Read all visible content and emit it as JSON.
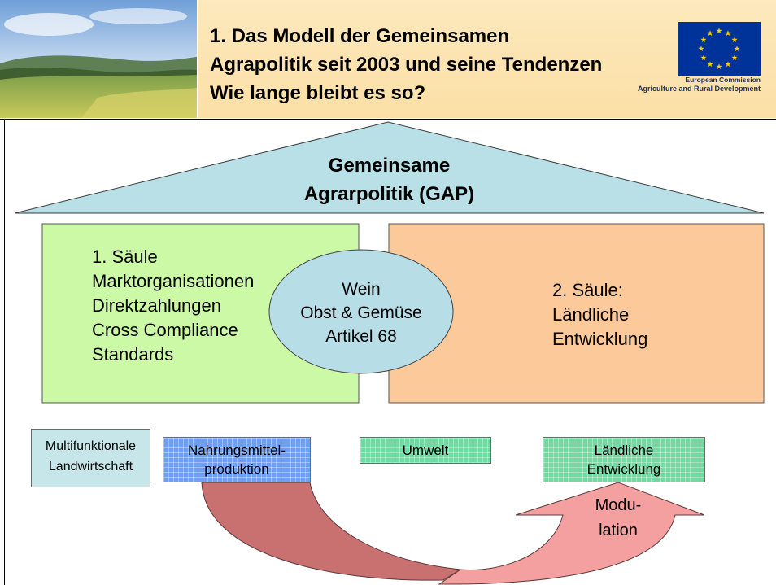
{
  "header": {
    "title_lines": [
      "1. Das Modell der Gemeinsamen",
      "Agrapolitik seit 2003 und seine Tendenzen",
      "Wie lange bleibt es so?"
    ],
    "logo": {
      "icon": "eu-flag-icon",
      "line1": "European Commission",
      "line2": "Agriculture and Rural Development"
    }
  },
  "roof": {
    "lines": [
      "Gemeinsame",
      "Agrarpolitik (GAP)"
    ]
  },
  "pillar_left": {
    "lines": [
      "1. Säule",
      "Marktorganisationen",
      "Direktzahlungen",
      "Cross Compliance",
      "Standards"
    ]
  },
  "center": {
    "lines": [
      "Wein",
      "Obst & Gemüse",
      "Artikel 68"
    ]
  },
  "pillar_right": {
    "lines": [
      "2. Säule:",
      "Ländliche",
      "Entwicklung"
    ]
  },
  "bottom": {
    "multifunktional": [
      "Multifunktionale",
      "Landwirtschaft"
    ],
    "nahrung": [
      "Nahrungsmittel-",
      "produktion"
    ],
    "umwelt": [
      "Umwelt"
    ],
    "laendlich": [
      "Ländliche",
      "Entwicklung"
    ]
  },
  "arrow": {
    "lines": [
      "Modu-",
      "lation"
    ]
  },
  "colors": {
    "header_band": "#fbe3ae",
    "roof": "#b9e0e6",
    "pillar_left": "#ccf9a6",
    "pillar_right": "#fcc99b",
    "center_ellipse": "#b7dde7",
    "box_blue": "#6f9ff5",
    "box_green": "#6ddca2",
    "arrow_dark": "#c97070",
    "arrow_light": "#f5a0a0",
    "eu_blue": "#003399",
    "eu_star": "#ffcc00"
  }
}
